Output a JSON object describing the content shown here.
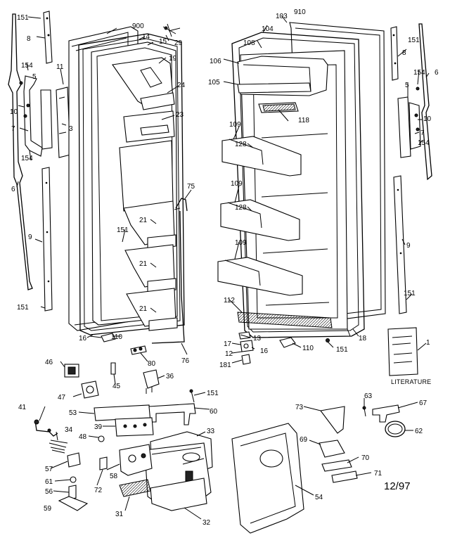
{
  "diagram": {
    "date_code": "12/97",
    "literature_label": "LITERATURE",
    "part_numbers": {
      "p151": "151",
      "p8": "8",
      "p900": "900",
      "p14": "14",
      "p15": "15",
      "p29": "29",
      "p103": "103",
      "p910": "910",
      "p104": "104",
      "p108": "108",
      "p106": "106",
      "p105": "105",
      "p19": "19",
      "p24": "24",
      "p23": "23",
      "p154": "154",
      "p11": "11",
      "p5": "5",
      "p10": "10",
      "p3": "3",
      "p7": "7",
      "p6": "6",
      "p9": "9",
      "p75": "75",
      "p21": "21",
      "p118": "118",
      "p109": "109",
      "p128": "128",
      "p112": "112",
      "p13": "13",
      "p16": "16",
      "p17": "17",
      "p12": "12",
      "p181": "181",
      "p110": "110",
      "p18": "18",
      "p80": "80",
      "p76": "76",
      "p46": "46",
      "p45": "45",
      "p36": "36",
      "p47": "47",
      "p1": "1",
      "p41": "41",
      "p53": "53",
      "p60": "60",
      "p39": "39",
      "p33": "33",
      "p34": "34",
      "p48": "48",
      "p57": "57",
      "p61": "61",
      "p56": "56",
      "p59": "59",
      "p72": "72",
      "p58": "58",
      "p31": "31",
      "p32": "32",
      "p54": "54",
      "p73": "73",
      "p63": "63",
      "p67": "67",
      "p62": "62",
      "p69": "69",
      "p70": "70",
      "p71": "71"
    }
  }
}
